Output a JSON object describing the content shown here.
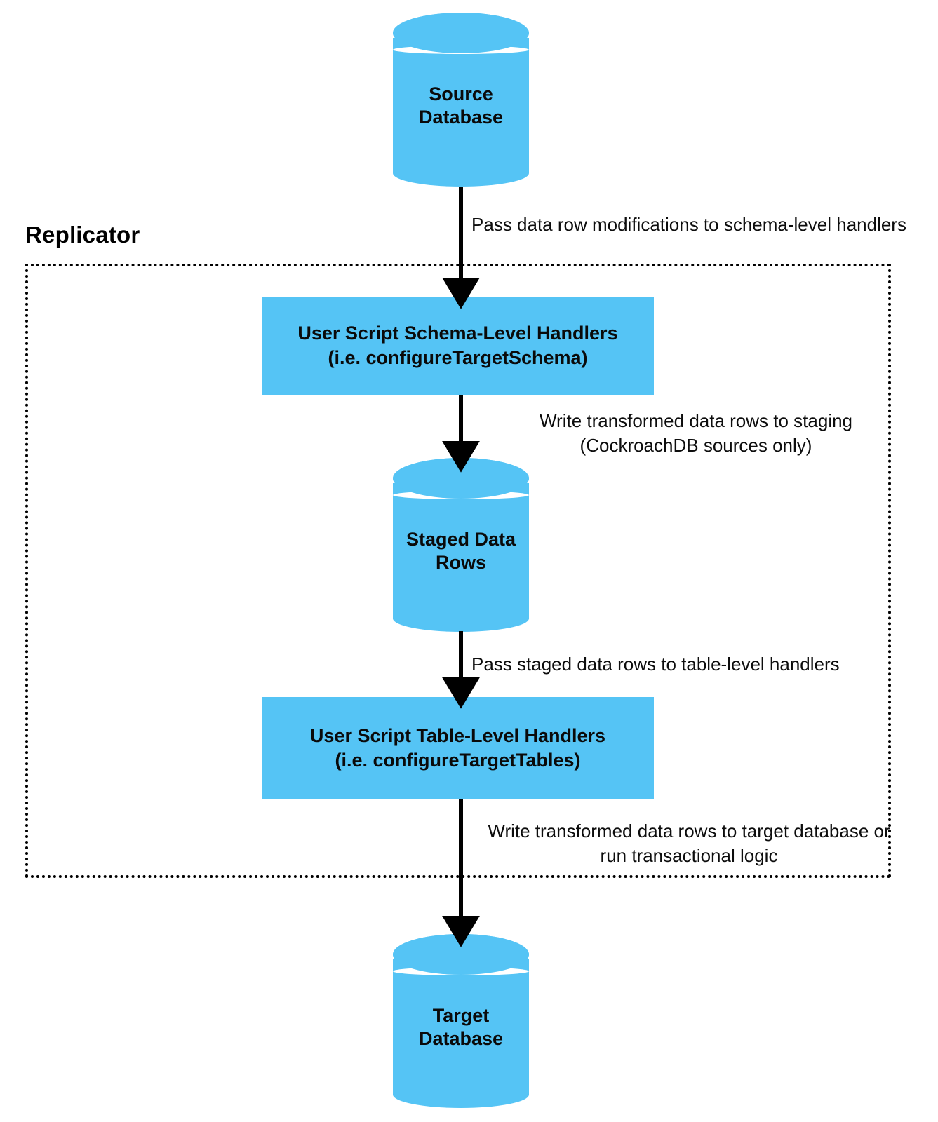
{
  "diagram": {
    "title_region": {
      "label": "Replicator"
    },
    "nodes": [
      {
        "id": "source-database",
        "type": "cylinder",
        "label": "Source\nDatabase",
        "color": "#55c4f5"
      },
      {
        "id": "schema-level-handlers",
        "type": "process",
        "label": "User Script Schema-Level Handlers\n(i.e. configureTargetSchema)",
        "color": "#55c4f5"
      },
      {
        "id": "staged-data-rows",
        "type": "cylinder",
        "label": "Staged Data\nRows",
        "color": "#55c4f5"
      },
      {
        "id": "table-level-handlers",
        "type": "process",
        "label": "User Script Table-Level Handlers\n(i.e. configureTargetTables)",
        "color": "#55c4f5"
      },
      {
        "id": "target-database",
        "type": "cylinder",
        "label": "Target\nDatabase",
        "color": "#55c4f5"
      }
    ],
    "edges": [
      {
        "id": "edge-source-to-schema",
        "from": "source-database",
        "to": "schema-level-handlers",
        "label": "Pass data row modifications to schema-level handlers"
      },
      {
        "id": "edge-schema-to-staged",
        "from": "schema-level-handlers",
        "to": "staged-data-rows",
        "label": "Write transformed data rows to staging\n(CockroachDB sources only)"
      },
      {
        "id": "edge-staged-to-table",
        "from": "staged-data-rows",
        "to": "table-level-handlers",
        "label": "Pass staged data rows to table-level handlers"
      },
      {
        "id": "edge-table-to-target",
        "from": "table-level-handlers",
        "to": "target-database",
        "label": "Write transformed data rows to target database or\nrun transactional logic"
      }
    ],
    "colors": {
      "node_fill": "#55c4f5",
      "text": "#000000",
      "arrow": "#000000",
      "background": "#ffffff"
    }
  }
}
